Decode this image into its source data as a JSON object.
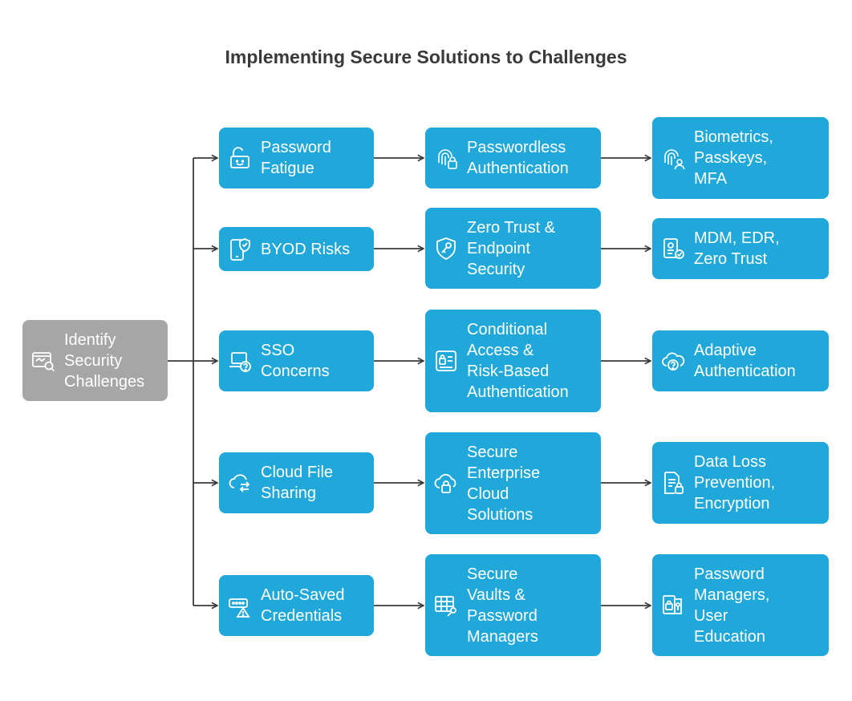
{
  "title": "Implementing Secure Solutions to Challenges",
  "colors": {
    "box": "#1fa8d9",
    "root": "#a6a6a6",
    "connector": "#3a3a3a",
    "text": "#ffffff"
  },
  "root": {
    "label": "Identify\nSecurity\nChallenges",
    "icon": "search-window-icon"
  },
  "rows": [
    {
      "challenge": {
        "label": "Password\nFatigue",
        "icon": "unlocked-padlock-icon"
      },
      "solution": {
        "label": "Passwordless\nAuthentication",
        "icon": "fingerprint-lock-icon"
      },
      "tool": {
        "label": "Biometrics,\nPasskeys,\nMFA",
        "icon": "fingerprint-user-icon"
      }
    },
    {
      "challenge": {
        "label": "BYOD Risks",
        "icon": "phone-shield-icon"
      },
      "solution": {
        "label": "Zero Trust &\nEndpoint\nSecurity",
        "icon": "shield-key-icon"
      },
      "tool": {
        "label": "MDM, EDR,\nZero Trust",
        "icon": "id-card-check-icon"
      }
    },
    {
      "challenge": {
        "label": "SSO\nConcerns",
        "icon": "laptop-question-icon"
      },
      "solution": {
        "label": "Conditional\nAccess &\nRisk-Based\nAuthentication",
        "icon": "access-panel-icon"
      },
      "tool": {
        "label": "Adaptive\nAuthentication",
        "icon": "cloud-question-icon"
      }
    },
    {
      "challenge": {
        "label": "Cloud File\nSharing",
        "icon": "cloud-share-icon"
      },
      "solution": {
        "label": "Secure\nEnterprise\nCloud\nSolutions",
        "icon": "cloud-lock-icon"
      },
      "tool": {
        "label": "Data Loss\nPrevention,\nEncryption",
        "icon": "document-lock-icon"
      }
    },
    {
      "challenge": {
        "label": "Auto-Saved\nCredentials",
        "icon": "password-warning-icon"
      },
      "solution": {
        "label": "Secure\nVaults &\nPassword\nManagers",
        "icon": "vault-key-icon"
      },
      "tool": {
        "label": "Password\nManagers,\nUser\nEducation",
        "icon": "book-lock-icon"
      }
    }
  ]
}
